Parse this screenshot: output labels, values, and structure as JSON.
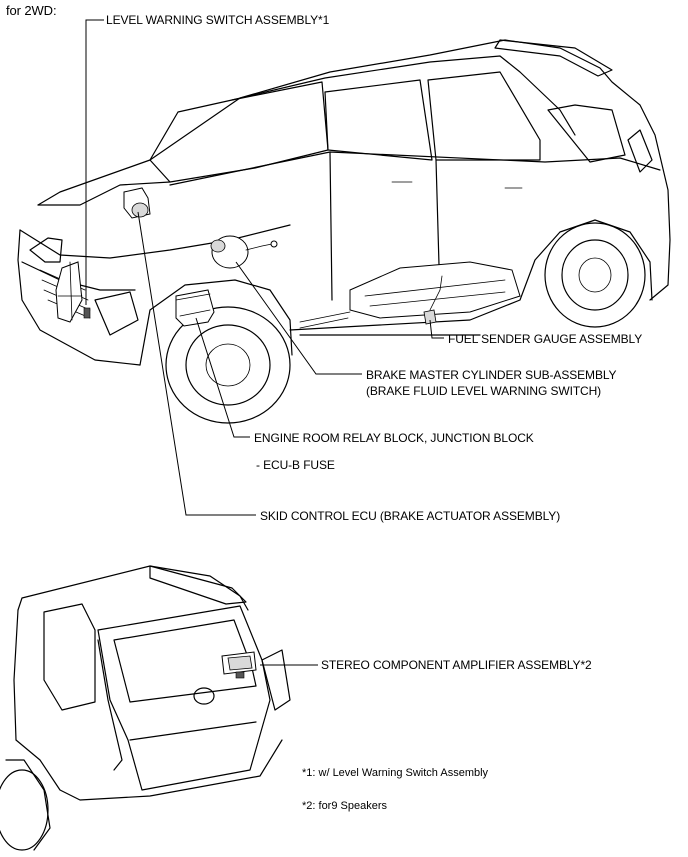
{
  "header": {
    "variant": "for 2WD:"
  },
  "callouts": {
    "level_warning_switch": "LEVEL WARNING SWITCH ASSEMBLY*1",
    "fuel_sender_gauge": "FUEL SENDER GAUGE ASSEMBLY",
    "brake_master_cylinder_line1": "BRAKE MASTER CYLINDER SUB-ASSEMBLY",
    "brake_master_cylinder_line2": "(BRAKE FLUID LEVEL WARNING SWITCH)",
    "engine_room_relay_block": "ENGINE ROOM RELAY BLOCK, JUNCTION BLOCK",
    "ecu_b_fuse": "- ECU-B FUSE",
    "skid_control_ecu": "SKID CONTROL ECU (BRAKE ACTUATOR ASSEMBLY)",
    "stereo_amplifier": "STEREO COMPONENT AMPLIFIER ASSEMBLY*2"
  },
  "footnotes": {
    "note1": "*1: w/ Level Warning Switch Assembly",
    "note2": "*2: for9 Speakers"
  }
}
